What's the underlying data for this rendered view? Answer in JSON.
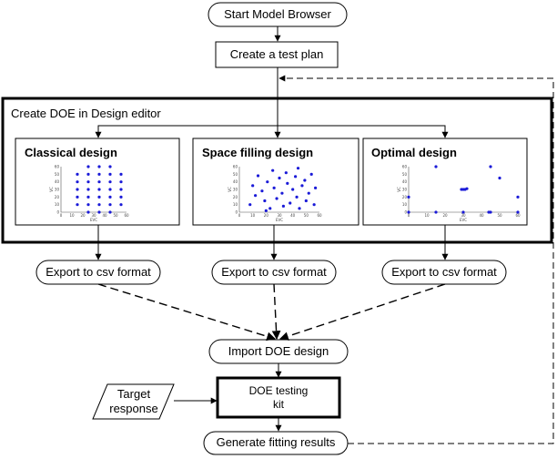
{
  "nodes": {
    "start": "Start Model Browser",
    "create_plan": "Create a test plan",
    "doe_group": "Create DOE in Design editor",
    "export_1": "Export to csv format",
    "export_2": "Export to csv format",
    "export_3": "Export to csv format",
    "import": "Import DOE design",
    "testing_kit_line1": "DOE testing",
    "testing_kit_line2": "kit",
    "target_line1": "Target",
    "target_line2": "response",
    "generate": "Generate fitting results"
  },
  "panels": [
    {
      "title": "Classical design",
      "xlabel": "EVC",
      "ylabel": "VC",
      "yticks": [
        "0",
        "10",
        "20",
        "30",
        "40",
        "50",
        "60"
      ],
      "xticks": [
        "0",
        "10",
        "20",
        "30",
        "40",
        "50",
        "60"
      ],
      "points": [
        [
          15,
          10
        ],
        [
          15,
          20
        ],
        [
          15,
          30
        ],
        [
          15,
          40
        ],
        [
          15,
          50
        ],
        [
          25,
          10
        ],
        [
          25,
          20
        ],
        [
          25,
          30
        ],
        [
          25,
          40
        ],
        [
          25,
          50
        ],
        [
          35,
          10
        ],
        [
          35,
          20
        ],
        [
          35,
          30
        ],
        [
          35,
          40
        ],
        [
          35,
          50
        ],
        [
          45,
          10
        ],
        [
          45,
          20
        ],
        [
          45,
          30
        ],
        [
          45,
          40
        ],
        [
          45,
          50
        ],
        [
          55,
          10
        ],
        [
          55,
          20
        ],
        [
          55,
          30
        ],
        [
          55,
          40
        ],
        [
          55,
          50
        ],
        [
          25,
          0
        ],
        [
          35,
          0
        ],
        [
          45,
          0
        ],
        [
          25,
          60
        ],
        [
          35,
          60
        ],
        [
          45,
          60
        ]
      ]
    },
    {
      "title": "Space filling design",
      "xlabel": "EVC",
      "ylabel": "VC",
      "yticks": [
        "0",
        "10",
        "20",
        "30",
        "40",
        "50",
        "60"
      ],
      "xticks": [
        "0",
        "10",
        "20",
        "30",
        "40",
        "50",
        "60"
      ],
      "points": [
        [
          8,
          10
        ],
        [
          10,
          35
        ],
        [
          12,
          22
        ],
        [
          14,
          48
        ],
        [
          17,
          28
        ],
        [
          19,
          15
        ],
        [
          21,
          40
        ],
        [
          23,
          5
        ],
        [
          25,
          55
        ],
        [
          26,
          32
        ],
        [
          28,
          18
        ],
        [
          30,
          45
        ],
        [
          32,
          25
        ],
        [
          33,
          8
        ],
        [
          35,
          52
        ],
        [
          36,
          38
        ],
        [
          38,
          12
        ],
        [
          40,
          30
        ],
        [
          42,
          47
        ],
        [
          43,
          20
        ],
        [
          45,
          5
        ],
        [
          47,
          35
        ],
        [
          49,
          42
        ],
        [
          50,
          15
        ],
        [
          52,
          25
        ],
        [
          54,
          50
        ],
        [
          56,
          10
        ],
        [
          57,
          32
        ],
        [
          20,
          2
        ],
        [
          44,
          58
        ]
      ]
    },
    {
      "title": "Optimal design",
      "xlabel": "EVC",
      "ylabel": "VC",
      "yticks": [
        "0",
        "10",
        "20",
        "30",
        "40",
        "50",
        "60"
      ],
      "xticks": [
        "0",
        "10",
        "20",
        "30",
        "40",
        "50",
        "60"
      ],
      "points": [
        [
          0,
          20
        ],
        [
          0,
          0
        ],
        [
          15,
          0
        ],
        [
          15,
          60
        ],
        [
          30,
          30
        ],
        [
          31,
          30
        ],
        [
          32,
          31
        ],
        [
          29,
          30
        ],
        [
          45,
          0
        ],
        [
          44,
          0
        ],
        [
          45,
          60
        ],
        [
          50,
          45
        ],
        [
          60,
          20
        ],
        [
          60,
          0
        ],
        [
          30,
          0
        ]
      ]
    }
  ]
}
